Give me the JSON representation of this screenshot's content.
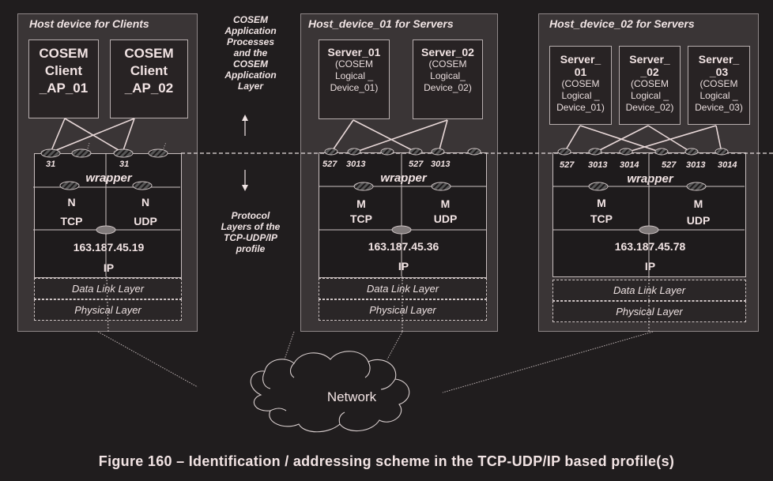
{
  "caption": "Figure 160 – Identification / addressing scheme in the TCP-UDP/IP based profile(s)",
  "side_labels": {
    "upper": "COSEM Application Processes and the COSEM Application Layer",
    "upper_lines": [
      "COSEM",
      "Application",
      "Processes",
      "and the",
      "COSEM",
      "Application",
      "Layer"
    ],
    "lower_lines": [
      "Protocol",
      "Layers of the",
      "TCP-UDP/IP",
      "profile"
    ]
  },
  "network_label": "Network",
  "hosts": [
    {
      "title": "Host device for Clients",
      "aps": [
        {
          "lines": [
            "COSEM",
            "Client",
            "_AP_01"
          ]
        },
        {
          "lines": [
            "COSEM",
            "Client",
            "_AP_02"
          ]
        }
      ],
      "ports_left": "31",
      "ports_right": "31",
      "wrapper": "wrapper",
      "tcp_port": "N",
      "tcp": "TCP",
      "udp_port": "N",
      "udp": "UDP",
      "ip_address": "163.187.45.19",
      "ip": "IP",
      "data_link": "Data Link Layer",
      "physical": "Physical Layer"
    },
    {
      "title": "Host_device_01 for Servers",
      "aps": [
        {
          "name": "Server_01",
          "sub": [
            "(COSEM",
            "Logical _",
            "Device_01)"
          ]
        },
        {
          "name": "Server_02",
          "sub": [
            "(COSEM",
            "Logical_",
            "Device_02)"
          ]
        }
      ],
      "ports_left": [
        "527",
        "3013"
      ],
      "ports_right": [
        "527",
        "3013"
      ],
      "wrapper": "wrapper",
      "tcp_port": "M",
      "tcp": "TCP",
      "udp_port": "M",
      "udp": "UDP",
      "ip_address": "163.187.45.36",
      "ip": "IP",
      "data_link": "Data Link Layer",
      "physical": "Physical Layer"
    },
    {
      "title": "Host_device_02 for Servers",
      "aps": [
        {
          "name": [
            "Server_",
            "01"
          ],
          "sub": [
            "(COSEM",
            "Logical _",
            "Device_01)"
          ]
        },
        {
          "name": [
            "Server_",
            "_02"
          ],
          "sub": [
            "(COSEM",
            "Logical _",
            "Device_02)"
          ]
        },
        {
          "name": [
            "Server_",
            "_03"
          ],
          "sub": [
            "(COSEM",
            "Logical _",
            "Device_03)"
          ]
        }
      ],
      "ports_left": [
        "527",
        "3013",
        "3014"
      ],
      "ports_right": [
        "527",
        "3013",
        "3014"
      ],
      "wrapper": "wrapper",
      "tcp_port": "M",
      "tcp": "TCP",
      "udp_port": "M",
      "udp": "UDP",
      "ip_address": "163.187.45.78",
      "ip": "IP",
      "data_link": "Data Link Layer",
      "physical": "Physical Layer"
    }
  ]
}
